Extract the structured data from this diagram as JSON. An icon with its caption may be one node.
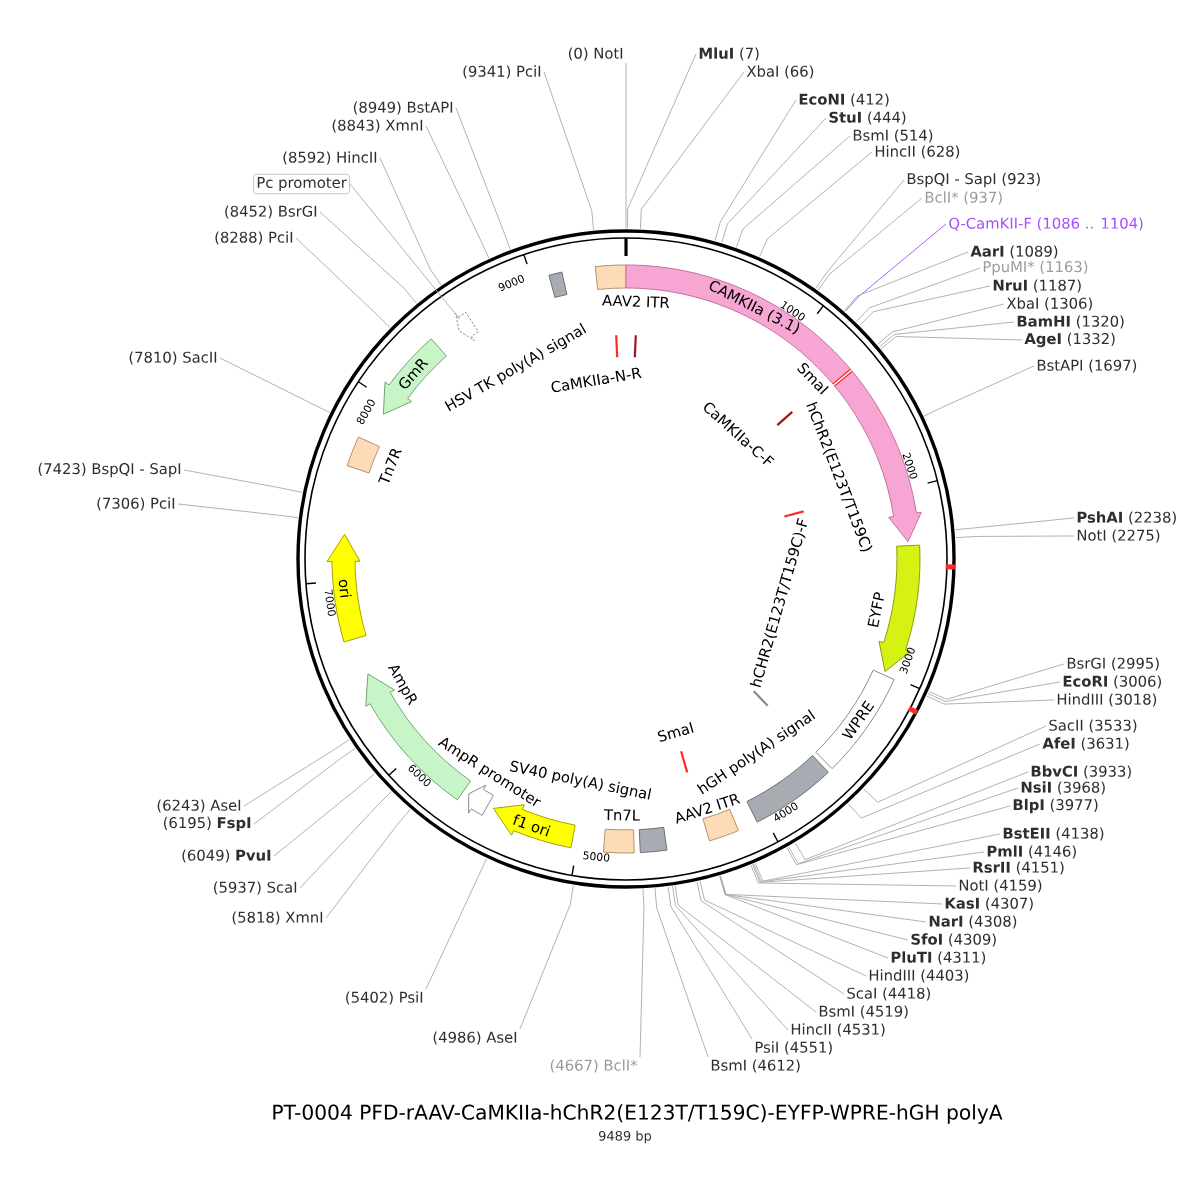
{
  "diagram": {
    "title": "PT-0004 PFD-rAAV-CaMKIIa-hChR2(E123T/T159C)-EYFP-WPRE-hGH polyA",
    "caption": "9489 bp",
    "nodes": [
      {
        "text": [
          "(0) NotI"
        ]
      },
      {
        "text": [
          "**MluI** (7)"
        ]
      },
      {
        "text": [
          "XbaI (66)"
        ]
      },
      {
        "text": [
          "**EcoNI** (412)"
        ]
      },
      {
        "text": [
          "**StuI** (444)"
        ]
      },
      {
        "text": [
          "BsmI (514)"
        ]
      },
      {
        "text": [
          "HincII (628)"
        ]
      },
      {
        "text": [
          "BspQI - SapI (923)"
        ]
      },
      {
        "text": [
          "BclI* (937)"
        ]
      },
      {
        "text": [
          "Q-CamKII-F (1086 .. 1104)"
        ]
      },
      {
        "text": [
          "**AarI** (1089)"
        ]
      },
      {
        "text": [
          "PpuMI* (1163)"
        ]
      },
      {
        "text": [
          "**NruI** (1187)"
        ]
      },
      {
        "text": [
          "XbaI (1306)"
        ]
      },
      {
        "text": [
          "**BamHI** (1320)"
        ]
      },
      {
        "text": [
          "**AgeI** (1332)"
        ]
      },
      {
        "text": [
          "BstAPI (1697)"
        ]
      },
      {
        "text": [
          "**PshAI** (2238)"
        ]
      },
      {
        "text": [
          "NotI (2275)"
        ]
      },
      {
        "text": [
          "BsrGI (2995)"
        ]
      },
      {
        "text": [
          "**EcoRI** (3006)"
        ]
      },
      {
        "text": [
          "HindIII (3018)"
        ]
      },
      {
        "text": [
          "SacII (3533)"
        ]
      },
      {
        "text": [
          "**AfeI** (3631)"
        ]
      },
      {
        "text": [
          "**BbvCI** (3933)"
        ]
      },
      {
        "text": [
          "**NsiI** (3968)"
        ]
      },
      {
        "text": [
          "**BlpI** (3977)"
        ]
      },
      {
        "text": [
          "**BstEII** (4138)"
        ]
      },
      {
        "text": [
          "**PmlI** (4146)"
        ]
      },
      {
        "text": [
          "**RsrII** (4151)"
        ]
      },
      {
        "text": [
          "NotI (4159)"
        ]
      },
      {
        "text": [
          "**KasI** (4307)"
        ]
      },
      {
        "text": [
          "**NarI** (4308)"
        ]
      },
      {
        "text": [
          "**SfoI** (4309)"
        ]
      },
      {
        "text": [
          "**PluTI** (4311)"
        ]
      },
      {
        "text": [
          "HindIII (4403)"
        ]
      },
      {
        "text": [
          "ScaI (4418)"
        ]
      },
      {
        "text": [
          "BsmI (4519)"
        ]
      },
      {
        "text": [
          "HincII (4531)"
        ]
      },
      {
        "text": [
          "PsiI (4551)"
        ]
      },
      {
        "text": [
          "BsmI (4612)"
        ]
      },
      {
        "text": [
          "(4667) BclI*"
        ]
      },
      {
        "text": [
          "(4986) AseI"
        ]
      },
      {
        "text": [
          "(5402) PsiI"
        ]
      },
      {
        "text": [
          "(5818) XmnI"
        ]
      },
      {
        "text": [
          "(5937) ScaI"
        ]
      },
      {
        "text": [
          "(6049) **PvuI**"
        ]
      },
      {
        "text": [
          "(6195) **FspI**"
        ]
      },
      {
        "text": [
          "(6243) AseI"
        ]
      },
      {
        "text": [
          "(7306) PciI"
        ]
      },
      {
        "text": [
          "(7423) BspQI - SapI"
        ]
      },
      {
        "text": [
          "(7810) SacII"
        ]
      },
      {
        "text": [
          "(8288) PciI"
        ]
      },
      {
        "text": [
          "(8452) BsrGI"
        ]
      },
      {
        "text": [
          "Pc promoter"
        ]
      },
      {
        "text": [
          "(8592) HincII"
        ]
      },
      {
        "text": [
          "(8843) XmnI"
        ]
      },
      {
        "text": [
          "(8949) BstAPI"
        ]
      },
      {
        "text": [
          "(9341) PciI"
        ]
      },
      {
        "text": [
          "AAV2 ITR"
        ]
      },
      {
        "text": [
          "CAMKIIa (3.1)"
        ]
      },
      {
        "text": [
          "hChR2(E123T/T159C)"
        ]
      },
      {
        "text": [
          "EYFP"
        ]
      },
      {
        "text": [
          "WPRE"
        ]
      },
      {
        "text": [
          "hGH poly(A) signal"
        ]
      },
      {
        "text": [
          "AAV2 ITR"
        ]
      },
      {
        "text": [
          "SV40 poly(A) signal"
        ]
      },
      {
        "text": [
          "Tn7L"
        ]
      },
      {
        "text": [
          "f1 ori"
        ]
      },
      {
        "text": [
          "AmpR promoter"
        ]
      },
      {
        "text": [
          "AmpR"
        ]
      },
      {
        "text": [
          "ori"
        ]
      },
      {
        "text": [
          "Tn7R"
        ]
      },
      {
        "text": [
          "GmR"
        ]
      },
      {
        "text": [],
        "shape": "arrow"
      },
      {
        "text": [
          "HSV TK poly(A) signal"
        ]
      }
    ],
    "edges": [
      {
        "from": 0,
        "to": null,
        "arrow": "none"
      },
      {
        "from": 1,
        "to": null,
        "arrow": "none"
      },
      {
        "from": 2,
        "to": null,
        "arrow": "none"
      },
      {
        "from": 3,
        "to": null,
        "arrow": "none"
      },
      {
        "from": 4,
        "to": null,
        "arrow": "none"
      },
      {
        "from": 5,
        "to": null,
        "arrow": "none"
      },
      {
        "from": 6,
        "to": null,
        "arrow": "none"
      },
      {
        "from": 7,
        "to": null,
        "arrow": "none"
      },
      {
        "from": 8,
        "to": null,
        "arrow": "none"
      },
      {
        "from": 9,
        "to": null,
        "arrow": "none",
        "color": "#a64dff"
      },
      {
        "from": 10,
        "to": null,
        "arrow": "none"
      },
      {
        "from": 11,
        "to": null,
        "arrow": "none"
      },
      {
        "from": 12,
        "to": null,
        "arrow": "none"
      },
      {
        "from": 13,
        "to": null,
        "arrow": "none"
      },
      {
        "from": 14,
        "to": null,
        "arrow": "none"
      },
      {
        "from": 15,
        "to": null,
        "arrow": "none"
      },
      {
        "from": 16,
        "to": null,
        "arrow": "none"
      },
      {
        "from": 17,
        "to": null,
        "arrow": "none"
      },
      {
        "from": 18,
        "to": null,
        "arrow": "none"
      },
      {
        "from": 19,
        "to": null,
        "arrow": "none"
      },
      {
        "from": 20,
        "to": null,
        "arrow": "none"
      },
      {
        "from": 21,
        "to": null,
        "arrow": "none"
      },
      {
        "from": 22,
        "to": null,
        "arrow": "none"
      },
      {
        "from": 23,
        "to": null,
        "arrow": "none"
      },
      {
        "from": 24,
        "to": null,
        "arrow": "none"
      },
      {
        "from": 25,
        "to": null,
        "arrow": "none"
      },
      {
        "from": 26,
        "to": null,
        "arrow": "none"
      },
      {
        "from": 27,
        "to": null,
        "arrow": "none"
      },
      {
        "from": 28,
        "to": null,
        "arrow": "none"
      },
      {
        "from": 29,
        "to": null,
        "arrow": "none"
      },
      {
        "from": 30,
        "to": null,
        "arrow": "none"
      },
      {
        "from": 31,
        "to": null,
        "arrow": "none"
      },
      {
        "from": 32,
        "to": null,
        "arrow": "none"
      },
      {
        "from": 33,
        "to": null,
        "arrow": "none"
      },
      {
        "from": 34,
        "to": null,
        "arrow": "none"
      },
      {
        "from": 35,
        "to": null,
        "arrow": "none"
      },
      {
        "from": 36,
        "to": null,
        "arrow": "none"
      },
      {
        "from": 37,
        "to": null,
        "arrow": "none"
      },
      {
        "from": 38,
        "to": null,
        "arrow": "none"
      },
      {
        "from": 39,
        "to": null,
        "arrow": "none"
      },
      {
        "from": 40,
        "to": null,
        "arrow": "none"
      },
      {
        "from": 41,
        "to": null,
        "arrow": "none"
      },
      {
        "from": 42,
        "to": null,
        "arrow": "none"
      },
      {
        "from": 43,
        "to": null,
        "arrow": "none"
      },
      {
        "from": 44,
        "to": null,
        "arrow": "none"
      },
      {
        "from": 45,
        "to": null,
        "arrow": "none"
      },
      {
        "from": 46,
        "to": null,
        "arrow": "none"
      },
      {
        "from": 47,
        "to": null,
        "arrow": "none"
      },
      {
        "from": 48,
        "to": null,
        "arrow": "none"
      },
      {
        "from": 49,
        "to": null,
        "arrow": "none"
      },
      {
        "from": 50,
        "to": null,
        "arrow": "none"
      },
      {
        "from": 51,
        "to": null,
        "arrow": "none"
      },
      {
        "from": 52,
        "to": null,
        "arrow": "none"
      },
      {
        "from": 53,
        "to": null,
        "arrow": "none"
      },
      {
        "from": 54,
        "to": 74,
        "arrow": "none"
      },
      {
        "from": 55,
        "to": null,
        "arrow": "none"
      },
      {
        "from": 56,
        "to": null,
        "arrow": "none"
      },
      {
        "from": 57,
        "to": null,
        "arrow": "none"
      },
      {
        "from": 58,
        "to": null,
        "arrow": "none"
      }
    ],
    "labels": [
      "CaMKIIa-N-R",
      "SmaI",
      "CaMKIIa-C-F",
      "hCHR2(E123T/T159C)-F",
      "SmaI",
      "1000",
      "2000",
      "3000",
      "4000",
      "5000",
      "6000",
      "7000",
      "8000",
      "9000"
    ]
  }
}
